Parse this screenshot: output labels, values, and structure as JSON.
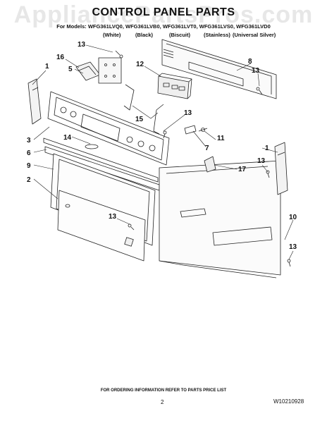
{
  "watermark": "AppliancePartsPros.com",
  "title": "CONTROL PANEL PARTS",
  "models_line": "For Models: WFG361LVQ0, WFG361LVB0, WFG361LVT0, WFG361LVS0, WFG361LVD0",
  "model_colors": [
    "(White)",
    "(Black)",
    "(Biscuit)",
    "(Stainless)",
    "(Universal Silver)"
  ],
  "callouts": {
    "c13a": "13",
    "c5": "5",
    "c16": "16",
    "c1a": "1",
    "c12": "12",
    "c8": "8",
    "c13b": "13",
    "c15": "15",
    "c13c": "13",
    "c11": "11",
    "c7": "7",
    "c3": "3",
    "c14": "14",
    "c6": "6",
    "c1b": "1",
    "c13d": "13",
    "c9": "9",
    "c17": "17",
    "c2": "2",
    "c10": "10",
    "c13e": "13",
    "c13f": "13"
  },
  "footer_note": "FOR ORDERING INFORMATION REFER TO PARTS PRICE LIST",
  "page_number": "2",
  "document_code": "W10210928"
}
